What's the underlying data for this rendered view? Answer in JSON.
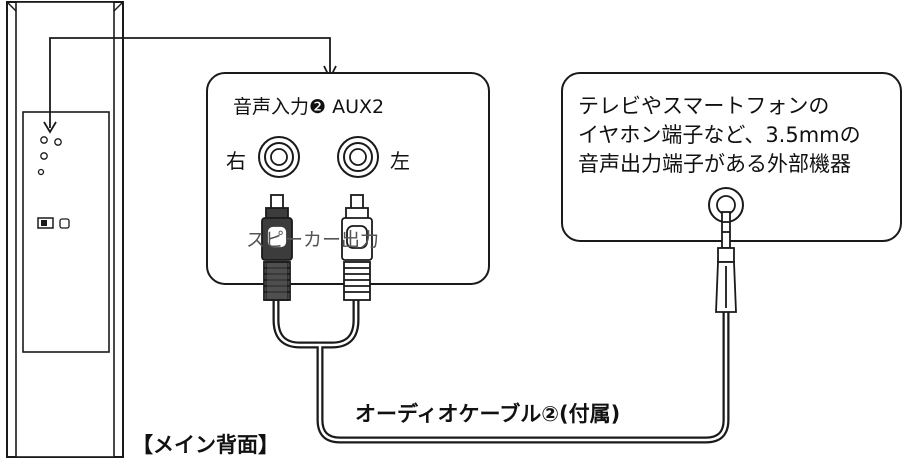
{
  "aux_panel": {
    "title": "音声入力❷ AUX2",
    "right_label": "右",
    "left_label": "左",
    "speaker_output_label": "スピーカー出力"
  },
  "external_device": {
    "lines": [
      "テレビやスマートフォンの",
      "イヤホン端子など、3.5mmの",
      "音声出力端子がある外部機器"
    ]
  },
  "cable_label": "オーディオケーブル②(付属)",
  "main_back_label": "【メイン背面】",
  "colors": {
    "line": "#1a1a1a",
    "plug_dark": "#3c3c3c",
    "plug_light": "#ffffff",
    "background": "#ffffff"
  }
}
